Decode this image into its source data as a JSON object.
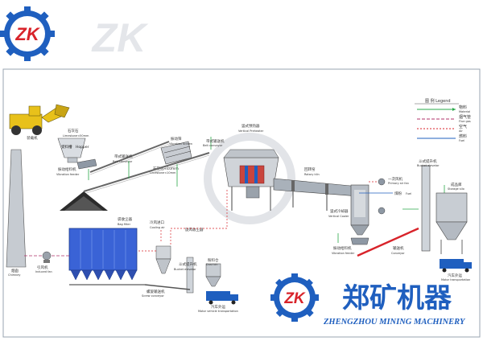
{
  "brand": {
    "logo_letters": "ZK",
    "watermark_letters": "ZK",
    "chinese_name": "郑矿机器",
    "english_name": "ZHENGZHOU MINING MACHINERY",
    "colors": {
      "blue": "#1f5fbf",
      "red": "#d8232a",
      "gear": "#1f5fbf"
    }
  },
  "legend": {
    "title": "图 例  Legend",
    "items": [
      {
        "cn": "物料",
        "en": "Material",
        "color": "#2aa84a"
      },
      {
        "cn": "烟气管",
        "en": "Flue gas",
        "color": "#b0306a"
      },
      {
        "cn": "空气",
        "en": "Air",
        "color": "#d8232a"
      },
      {
        "cn": "燃料",
        "en": "Fuel",
        "color": "#1f5fbf"
      }
    ]
  },
  "labels": {
    "loader": "装载机",
    "raw_material_cn": "石灰石",
    "raw_material_en": "Limestone<50mm",
    "hopper_cn": "受料槽",
    "hopper_en": "Hopper",
    "vib_feeder_cn": "振动给料机",
    "vib_feeder_en": "Vibration feeder",
    "belt_conveyor1_cn": "带式输送机",
    "belt_conveyor1_en": "Belt conveyor",
    "vib_screen_cn": "振动筛",
    "vib_screen_en": "Vibration Screen",
    "small_stone_cn": "石灰石<10mm",
    "small_stone_en": "Limestone<10mm",
    "belt_conveyor2_cn": "带式输送机",
    "belt_conveyor2_en": "Belt conveyor",
    "preheater_cn": "竖式预热器",
    "preheater_en": "Vertical Preheater",
    "rotary_kiln_cn": "回转窑",
    "rotary_kiln_en": "Rotary kiln",
    "primary_fan_cn": "一次风机",
    "primary_fan_en": "Primary air fan",
    "coal_cn": "煤粉",
    "coal_en": "Fuel",
    "cooler_cn": "竖式冷却器",
    "cooler_en": "Vertical Cooler",
    "vib_feeder2_cn": "振动给料机",
    "vib_feeder2_en": "Vibration feeder",
    "conveyor_cn": "输送机",
    "conveyor_en": "Conveyor",
    "bucket_cn": "斗式提升机",
    "bucket_en": "Bucket elevator",
    "storage_cn": "成品库",
    "storage_en": "Storage silo",
    "truck_out_cn": "汽车外运",
    "truck_out_en": "Motor transportation",
    "chimney_cn": "烟囱",
    "chimney_en": "Chimney",
    "id_fan_cn": "引风机",
    "id_fan_en": "Induced fan",
    "bag_filter_cn": "袋收尘器",
    "bag_filter_en": "Bag filter",
    "cooling_air_cn": "冷风进口",
    "cooling_air_en": "Cooling air",
    "cyclone_cn": "旋风收尘器",
    "cyclone_en": "Cyclone",
    "bucket2_cn": "斗式提升机",
    "bucket2_en": "Bucket elevator",
    "screw_cn": "螺旋输送机",
    "screw_en": "Screw conveyor",
    "dust_bin_cn": "粉料仓",
    "dust_bin_en": "Dust bin",
    "truck2_cn": "汽车外运",
    "truck2_en": "Motor vehicle transportation"
  }
}
